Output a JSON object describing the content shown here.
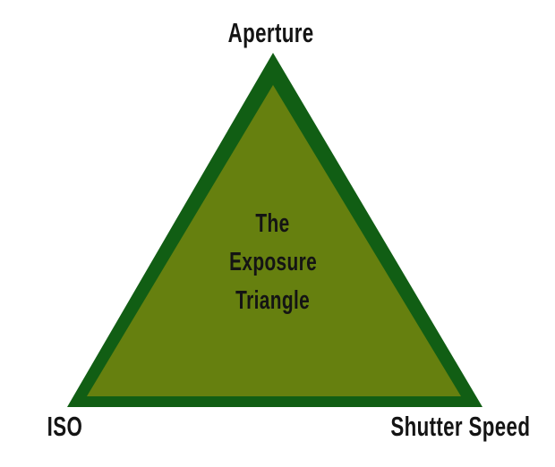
{
  "canvas": {
    "background": "#ffffff"
  },
  "triangle": {
    "border_color": "#115e14",
    "fill_color": "#66800f"
  },
  "labels": {
    "top": "Aperture",
    "bottom_left": "ISO",
    "bottom_right": "Shutter Speed"
  },
  "center_text": {
    "line1": "The",
    "line2": "Exposure",
    "line3": "Triangle"
  },
  "text_color": "#141414"
}
